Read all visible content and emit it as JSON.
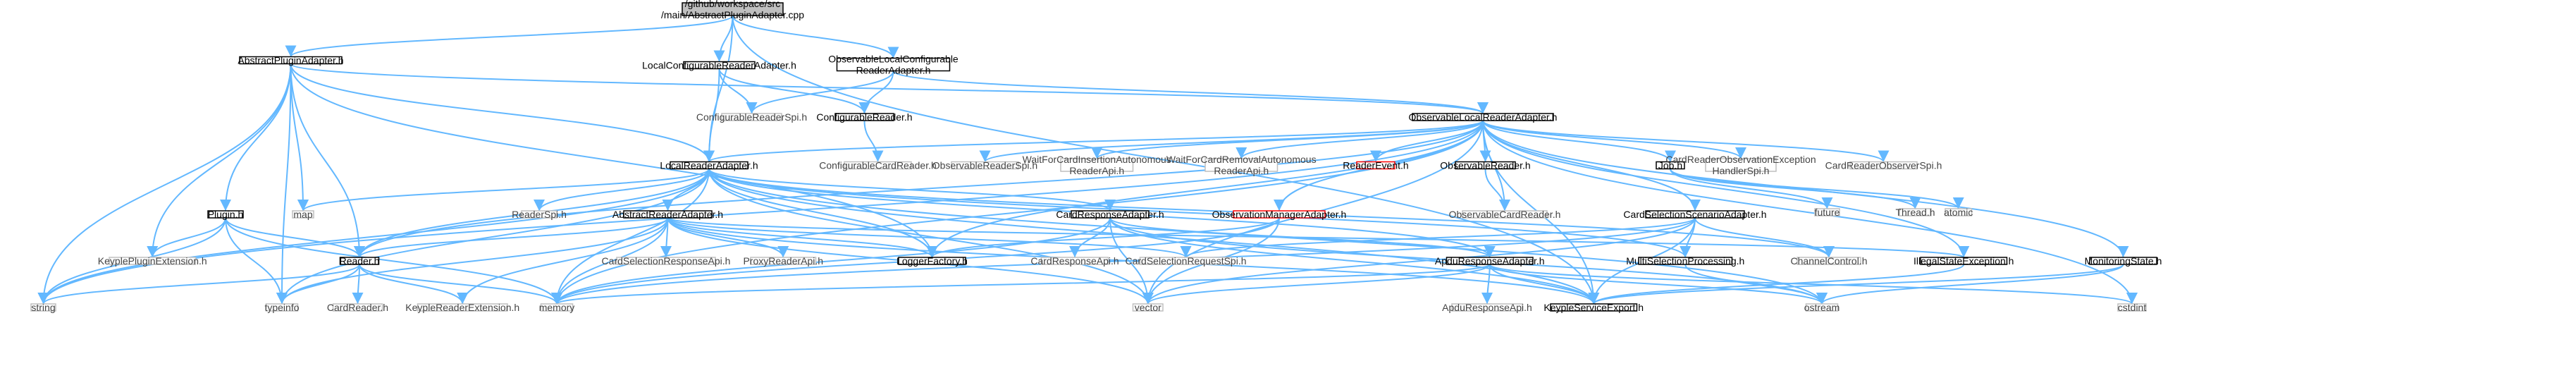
{
  "nodes": {
    "root": [
      "/github/workspace/src",
      "/main/AbstractPluginAdapter.cpp"
    ],
    "abstract_plugin_adapter": [
      "AbstractPluginAdapter.h"
    ],
    "local_configurable_reader_adapter": [
      "LocalConfigurableReaderAdapter.h"
    ],
    "observable_local_configurable_reader_adapter": [
      "ObservableLocalConfigurable",
      "ReaderAdapter.h"
    ],
    "configurable_reader_spi": [
      "ConfigurableReaderSpi.h"
    ],
    "configurable_reader": [
      "ConfigurableReader.h"
    ],
    "configurable_card_reader": [
      "ConfigurableCardReader.h"
    ],
    "observable_local_reader_adapter": [
      "ObservableLocalReaderAdapter.h"
    ],
    "local_reader_adapter": [
      "LocalReaderAdapter.h"
    ],
    "observable_reader_spi": [
      "ObservableReaderSpi.h"
    ],
    "wait_for_card_insertion": [
      "WaitForCardInsertionAutonomous",
      "ReaderApi.h"
    ],
    "wait_for_card_removal": [
      "WaitForCardRemovalAutonomous",
      "ReaderApi.h"
    ],
    "reader_event": [
      "ReaderEvent.h"
    ],
    "observable_reader": [
      "ObservableReader.h"
    ],
    "job": [
      "Job.h"
    ],
    "card_reader_observation_exception_handler_spi": [
      "CardReaderObservationException",
      "HandlerSpi.h"
    ],
    "card_reader_observer_spi": [
      "CardReaderObserverSpi.h"
    ],
    "future": [
      "future"
    ],
    "thread": [
      "Thread.h"
    ],
    "atomic": [
      "atomic"
    ],
    "plugin": [
      "Plugin.h"
    ],
    "map": [
      "map"
    ],
    "reader_spi": [
      "ReaderSpi.h"
    ],
    "abstract_reader_adapter": [
      "AbstractReaderAdapter.h"
    ],
    "card_response_adapter": [
      "CardResponseAdapter.h"
    ],
    "observation_manager_adapter": [
      "ObservationManagerAdapter.h"
    ],
    "observable_card_reader": [
      "ObservableCardReader.h"
    ],
    "card_selection_scenario_adapter": [
      "CardSelectionScenarioAdapter.h"
    ],
    "keyple_plugin_extension": [
      "KeyplePluginExtension.h"
    ],
    "reader": [
      "Reader.h"
    ],
    "card_selection_response_api": [
      "CardSelectionResponseApi.h"
    ],
    "proxy_reader_api": [
      "ProxyReaderApi.h"
    ],
    "logger_factory": [
      "LoggerFactory.h"
    ],
    "card_response_api": [
      "CardResponseApi.h"
    ],
    "card_selection_request_spi": [
      "CardSelectionRequestSpi.h"
    ],
    "apdu_response_adapter": [
      "ApduResponseAdapter.h"
    ],
    "multi_selection_processing": [
      "MultiSelectionProcessing.h"
    ],
    "channel_control": [
      "ChannelControl.h"
    ],
    "illegal_state_exception": [
      "IllegalStateException.h"
    ],
    "monitoring_state": [
      "MonitoringState.h"
    ],
    "string": [
      "string"
    ],
    "typeinfo": [
      "typeinfo"
    ],
    "card_reader": [
      "CardReader.h"
    ],
    "keyple_reader_extension": [
      "KeypleReaderExtension.h"
    ],
    "memory": [
      "memory"
    ],
    "vector": [
      "vector"
    ],
    "apdu_response_api": [
      "ApduResponseApi.h"
    ],
    "keyple_service_export": [
      "KeypleServiceExport.h"
    ],
    "ostream": [
      "ostream"
    ],
    "cstdint": [
      "cstdint"
    ]
  },
  "colors": {
    "edge": "#63b8ff",
    "documented_border": "#000000",
    "external_border": "#bfbfbf",
    "undocumented_border": "#ff0000",
    "root_fill": "#bfbfbf"
  }
}
